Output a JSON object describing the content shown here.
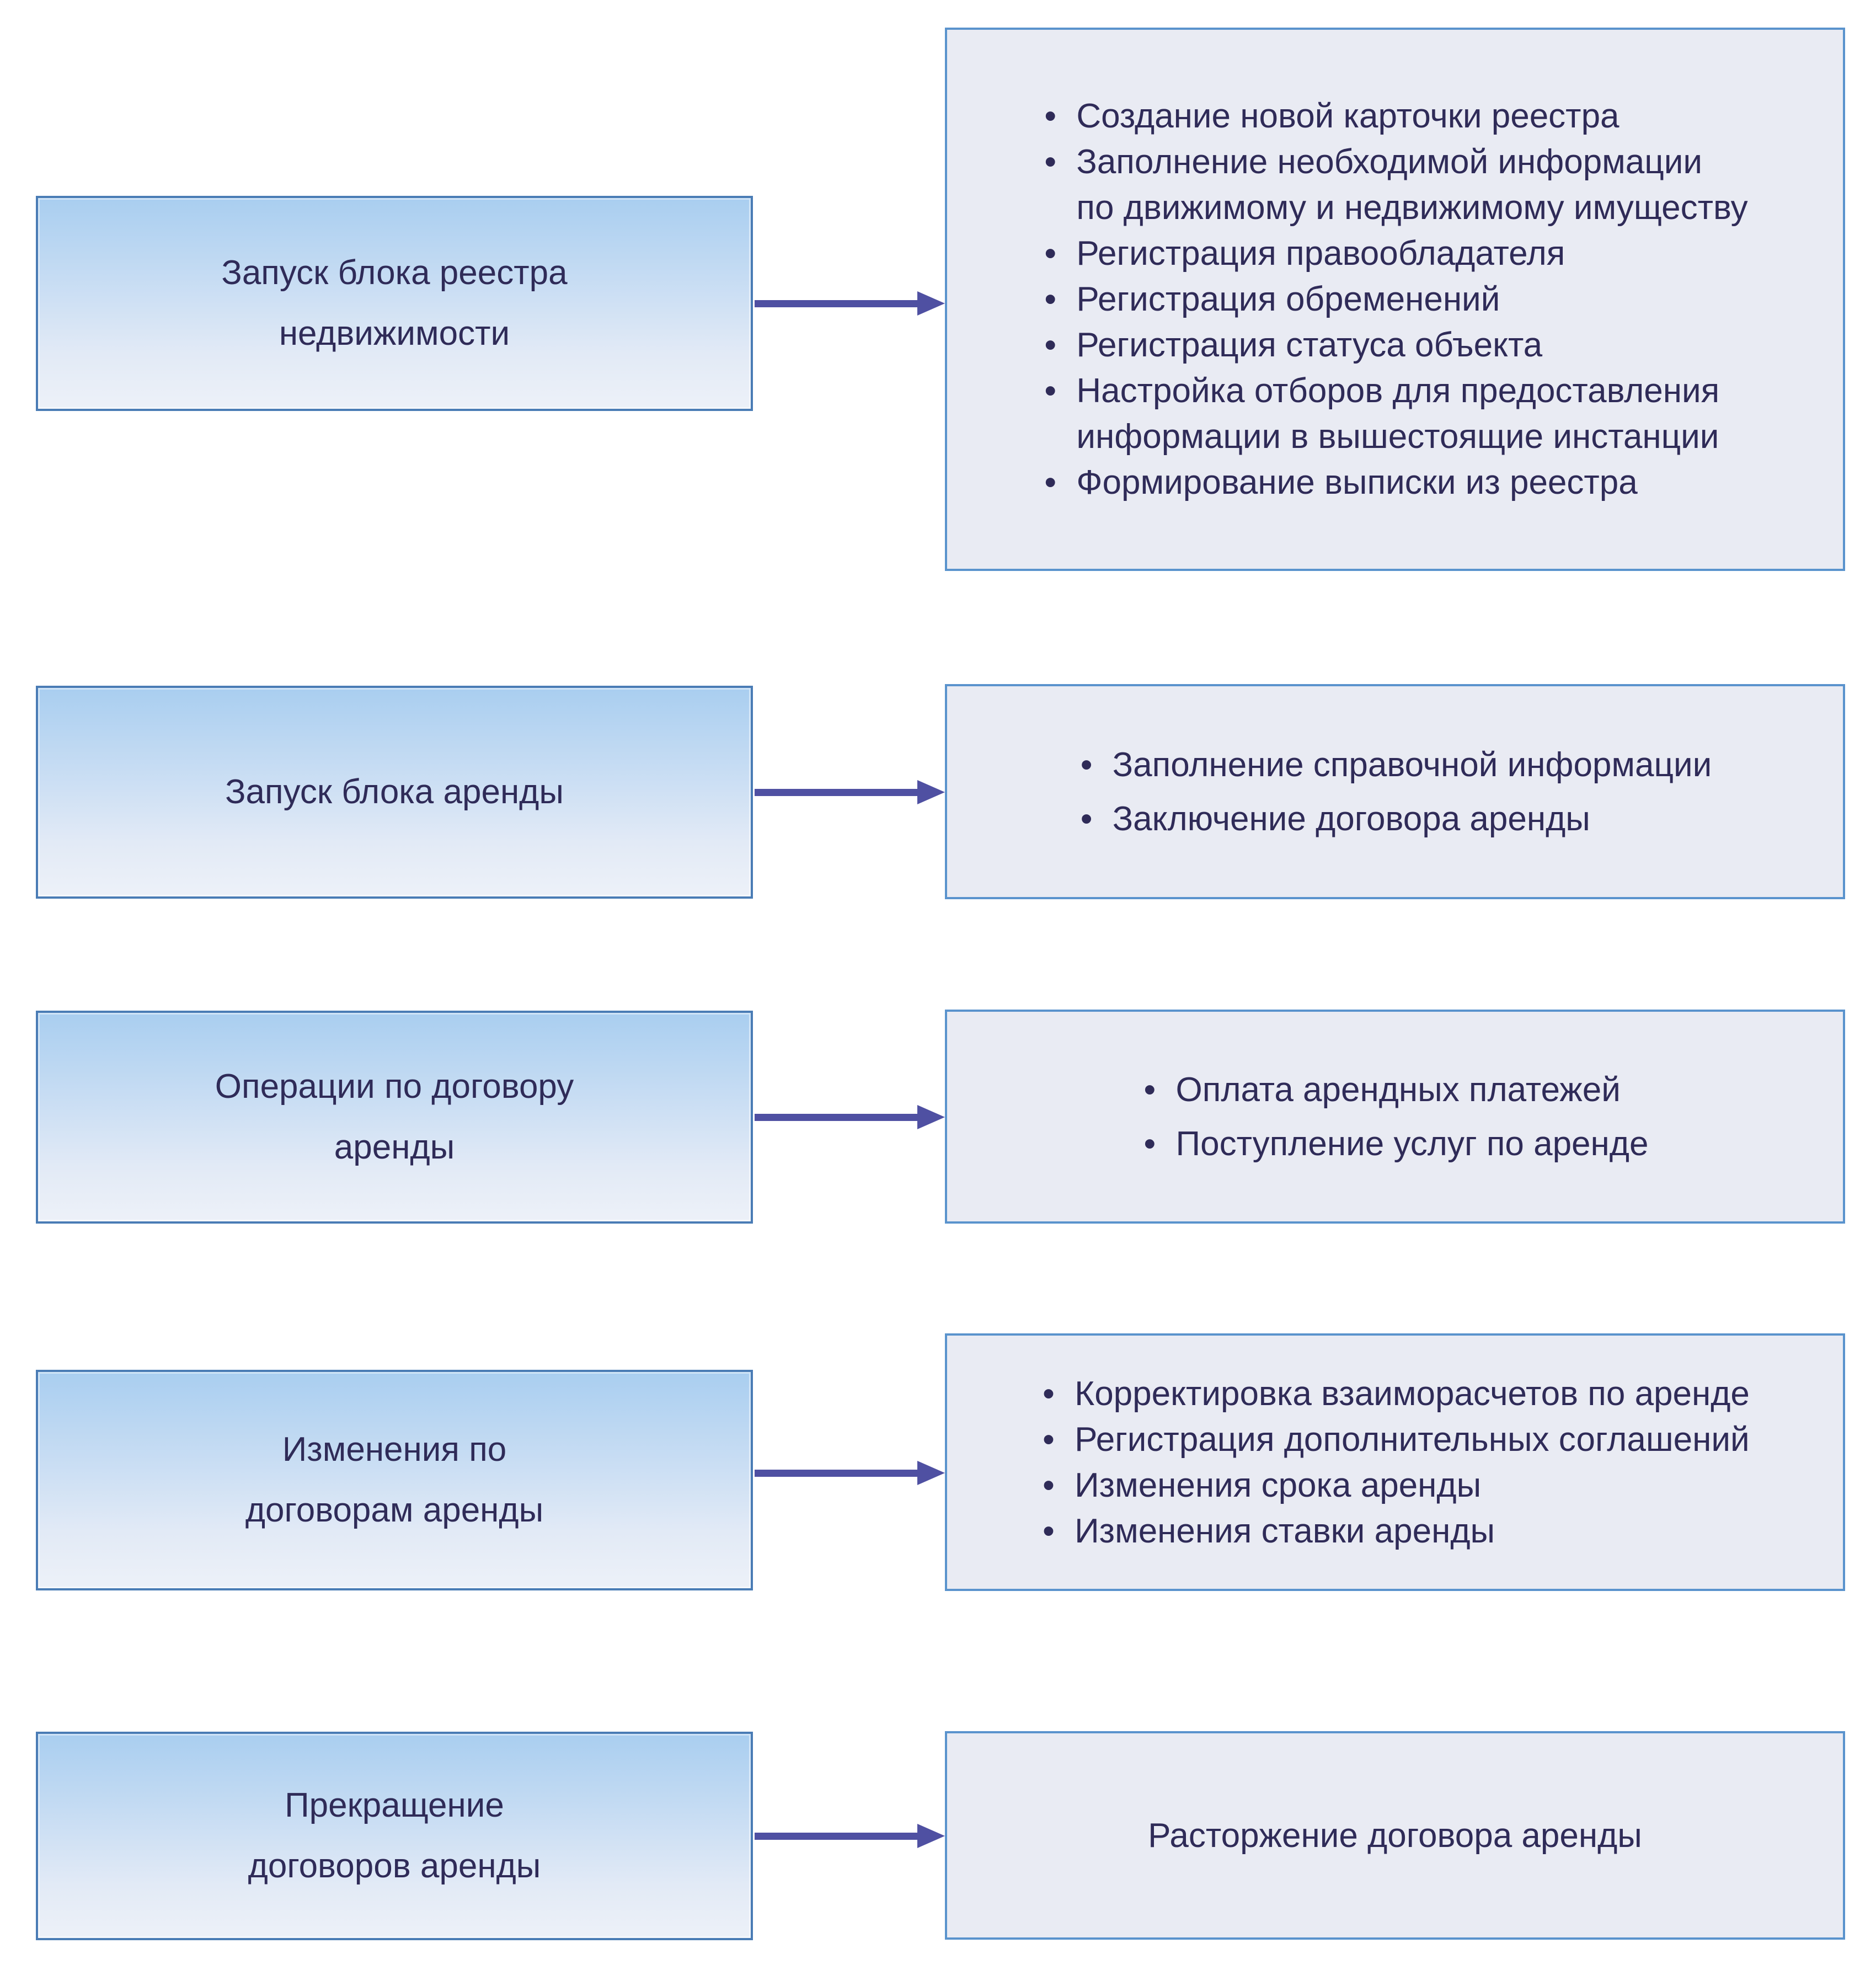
{
  "diagram": {
    "colors": {
      "text": "#2f2b58",
      "arrow": "#4f50a2",
      "lborder": "#4a7cb5",
      "lg1": "#a9cef0",
      "lg2": "#c6dcf3",
      "lg3": "#e2eaf6",
      "lg4": "#edf1f8",
      "rborder": "#5a93cd",
      "rfill": "#e9ebf3"
    },
    "rows": [
      {
        "stage": [
          "Запуск блока реестра",
          "недвижимости"
        ],
        "details": [
          [
            "Создание новой карточки реестра"
          ],
          [
            "Заполнение необходимой информации",
            "по движимому и недвижимому имуществу"
          ],
          [
            "Регистрация правообладателя"
          ],
          [
            "Регистрация обременений"
          ],
          [
            "Регистрация статуса объекта"
          ],
          [
            "Настройка отборов для предоставления",
            "информации в вышестоящие инстанции"
          ],
          [
            "Формирование выписки из реестра"
          ]
        ]
      },
      {
        "stage": [
          "Запуск блока аренды"
        ],
        "details": [
          [
            "Заполнение справочной информации"
          ],
          [
            "Заключение договора аренды"
          ]
        ]
      },
      {
        "stage": [
          "Операции по договору",
          "аренды"
        ],
        "details": [
          [
            "Оплата арендных платежей"
          ],
          [
            "Поступление услуг по аренде"
          ]
        ]
      },
      {
        "stage": [
          "Изменения по",
          "договорам аренды"
        ],
        "details": [
          [
            "Корректировка взаиморасчетов по аренде"
          ],
          [
            "Регистрация дополнительных соглашений"
          ],
          [
            "Изменения срока аренды"
          ],
          [
            "Изменения ставки аренды"
          ]
        ]
      },
      {
        "stage": [
          "Прекращение",
          "договоров аренды"
        ],
        "details": [
          [
            "Расторжение договора аренды"
          ]
        ]
      }
    ]
  }
}
